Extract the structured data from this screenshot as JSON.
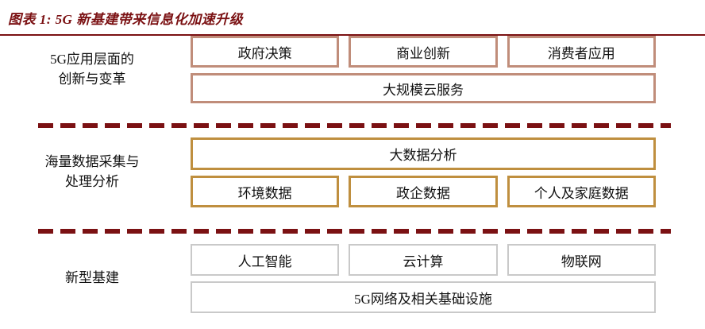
{
  "figure": {
    "title": "图表 1: 5G 新基建带来信息化加速升级",
    "title_color": "#7B1113"
  },
  "colors": {
    "title_rule": "#7B1113",
    "separator": "#7B1113",
    "application_border": "#C08D7A",
    "data_border": "#BF8F3F",
    "infrastructure_border": "#C9C9C9",
    "background": "#FFFFFF",
    "text": "#111111"
  },
  "layers": [
    {
      "id": "application",
      "label_lines": [
        "5G应用层面的",
        "创新与变革"
      ],
      "rows": [
        {
          "boxes": [
            {
              "label": "政府决策"
            },
            {
              "label": "商业创新"
            },
            {
              "label": "消费者应用"
            }
          ]
        },
        {
          "boxes": [
            {
              "label": "大规模云服务"
            }
          ]
        }
      ]
    },
    {
      "id": "data",
      "label_lines": [
        "海量数据采集与",
        "处理分析"
      ],
      "rows": [
        {
          "boxes": [
            {
              "label": "大数据分析"
            }
          ]
        },
        {
          "boxes": [
            {
              "label": "环境数据"
            },
            {
              "label": "政企数据"
            },
            {
              "label": "个人及家庭数据"
            }
          ]
        }
      ]
    },
    {
      "id": "infrastructure",
      "label_lines": [
        "新型基建"
      ],
      "rows": [
        {
          "boxes": [
            {
              "label": "人工智能"
            },
            {
              "label": "云计算"
            },
            {
              "label": "物联网"
            }
          ]
        },
        {
          "boxes": [
            {
              "label": "5G网络及相关基础设施"
            }
          ]
        }
      ]
    }
  ],
  "separators": [
    {
      "name": "separator-application-data"
    },
    {
      "name": "separator-data-infrastructure"
    }
  ]
}
